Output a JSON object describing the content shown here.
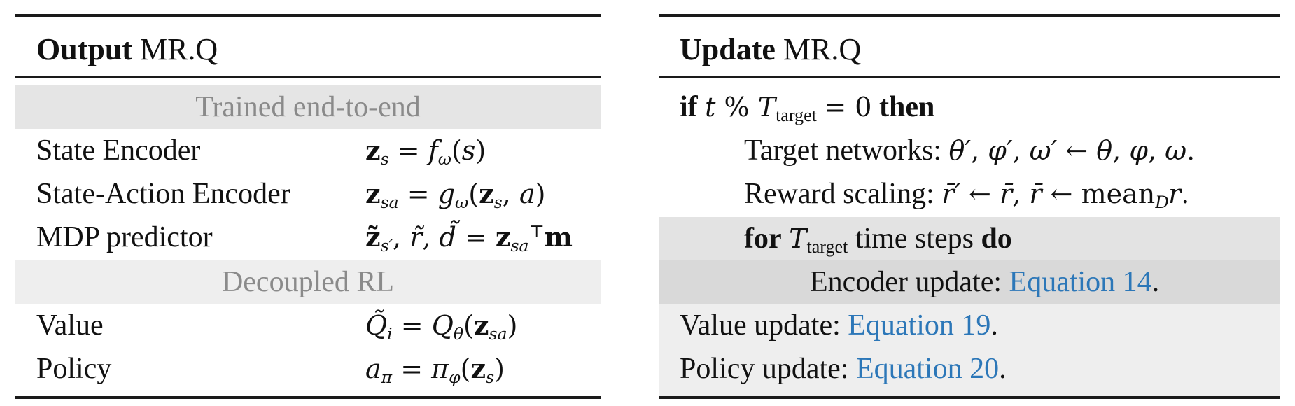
{
  "left": {
    "title_bold": "Output",
    "title_rest": "MR.Q",
    "section_1": "Trained end-to-end",
    "section_2": "Decoupled RL",
    "rows": [
      {
        "label": "State Encoder",
        "equation": "z_s = f_ω(s)"
      },
      {
        "label": "State-Action Encoder",
        "equation": "z_sa = g_ω(z_s, a)"
      },
      {
        "label": "MDP predictor",
        "equation": "z̃_s′, r̃, d̃ = z_sa^⊤ m"
      },
      {
        "label": "Value",
        "equation": "Q̃_i = Q_θ(z_sa)"
      },
      {
        "label": "Policy",
        "equation": "a_π = π_φ(z_s)"
      }
    ]
  },
  "right": {
    "title_bold": "Update",
    "title_rest": "MR.Q",
    "if_kw": "if",
    "then_kw": "then",
    "target_networks_label": "Target networks:",
    "reward_scaling_label": "Reward scaling:",
    "for_kw": "for",
    "time_steps_text": "time steps",
    "do_kw": "do",
    "encoder_update_label": "Encoder update:",
    "encoder_update_ref": "Equation 14",
    "value_update_label": "Value update:",
    "value_update_ref": "Equation 19",
    "policy_update_label": "Policy update:",
    "policy_update_ref": "Equation 20",
    "target_subscript": "target",
    "mean_text": "mean"
  },
  "colors": {
    "link": "#2c77b8",
    "section_text": "#8a8a8a",
    "band_light": "#eeeeee",
    "band_mid": "#e5e5e5",
    "band_dark": "#d9d9d9"
  }
}
